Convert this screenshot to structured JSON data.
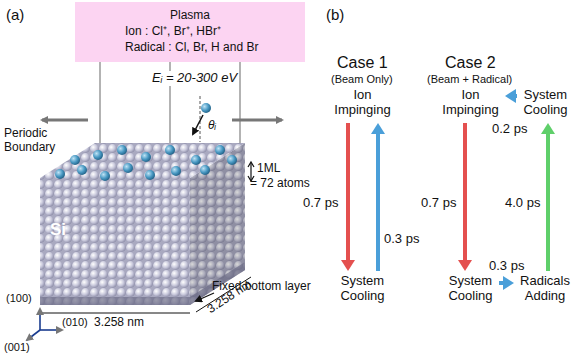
{
  "diagram": {
    "nodes": [
      {
        "text": [
          "Plasma",
          "Ion : Cl⁺, Br⁺, HBr⁺",
          "Radical : Cl, Br, H and Br"
        ]
      },
      {
        "text": [
          "Ion Impinging"
        ]
      },
      {
        "text": [
          "System Cooling"
        ]
      },
      {
        "text": [
          "Ion Impinging"
        ]
      },
      {
        "text": [
          "System Cooling"
        ]
      },
      {
        "text": [
          "System Cooling"
        ]
      },
      {
        "text": [
          "Radicals Adding"
        ]
      }
    ],
    "edges": [
      {
        "from": 1,
        "to": 2,
        "arrow": "to",
        "label": "0.7 ps"
      },
      {
        "from": 2,
        "to": 1,
        "arrow": "to",
        "label": "0.3 ps"
      },
      {
        "from": 3,
        "to": 5,
        "arrow": "to",
        "label": "0.7 ps"
      },
      {
        "from": 5,
        "to": 6,
        "arrow": "to",
        "label": "0.3 ps"
      },
      {
        "from": 6,
        "to": 4,
        "arrow": "to",
        "label": "4.0 ps"
      },
      {
        "from": 4,
        "to": 3,
        "arrow": "to",
        "label": "0.2 ps"
      }
    ],
    "labels": [
      "(a)",
      "Eᵢ = 20-300 eV",
      "Periodic Boundary",
      "θᵢ",
      "1ML",
      "= 72 atoms",
      "Si",
      "3.258 nm",
      "3.258 nm",
      "Fixed bottom layer",
      "(100)",
      "(010)",
      "(001)",
      "(b)",
      "Case 1",
      "(Beam Only)",
      "Case 2",
      "(Beam + Radical)"
    ]
  }
}
